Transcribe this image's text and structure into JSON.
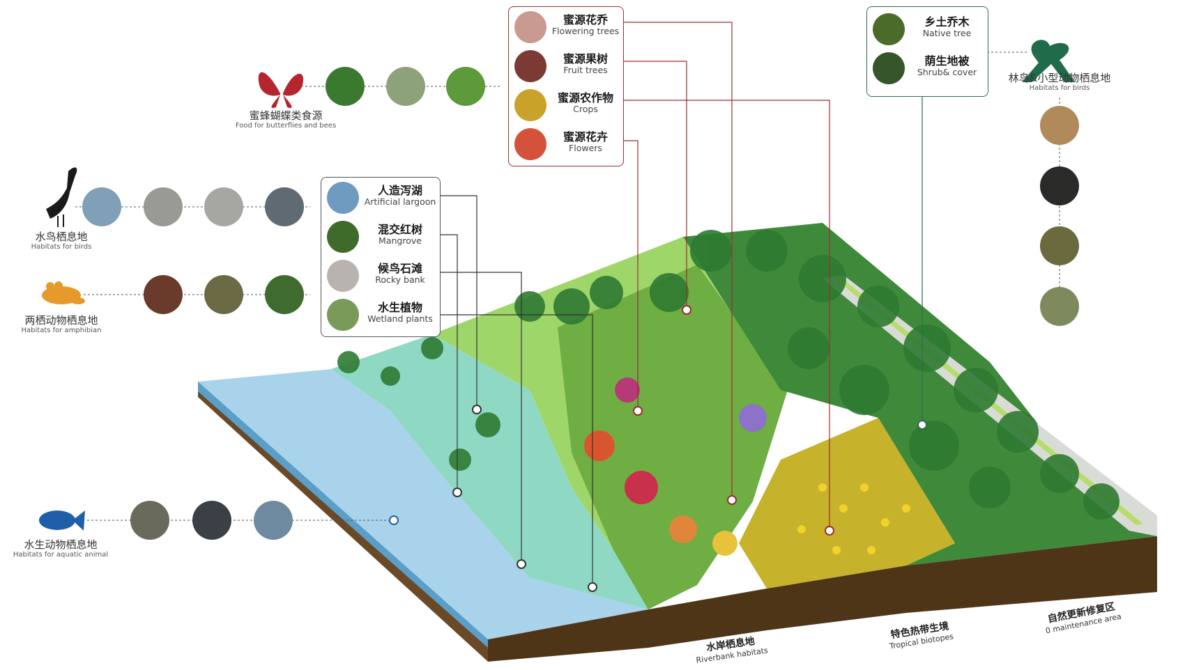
{
  "groups": {
    "butterflies": {
      "cn": "蜜蜂蝴蝶类食源",
      "en": "Food for butterflies and bees"
    },
    "waterbirds": {
      "cn": "水鸟栖息地",
      "en": "Habitats for birds"
    },
    "amphibian": {
      "cn": "两栖动物栖息地",
      "en": "Habitats for amphibian"
    },
    "aquatic": {
      "cn": "水生动物栖息地",
      "en": "Habitats for aquatic animal"
    },
    "forest_birds": {
      "cn": "林鸟&小型动物栖息地",
      "en": "Habitats for birds"
    }
  },
  "boxes": {
    "nectar": [
      {
        "cn": "蜜源花乔",
        "en": "Flowering trees"
      },
      {
        "cn": "蜜源果树",
        "en": "Fruit trees"
      },
      {
        "cn": "蜜源农作物",
        "en": "Crops"
      },
      {
        "cn": "蜜源花卉",
        "en": "Flowers"
      }
    ],
    "native": [
      {
        "cn": "乡土乔木",
        "en": "Native tree"
      },
      {
        "cn": "荫生地被",
        "en": "Shrub& cover"
      }
    ],
    "water": [
      {
        "cn": "人造泻湖",
        "en": "Artificial largoon"
      },
      {
        "cn": "混交红树",
        "en": "Mangrove"
      },
      {
        "cn": "候鸟石滩",
        "en": "Rocky bank"
      },
      {
        "cn": "水生植物",
        "en": "Wetland plants"
      }
    ]
  },
  "zones": [
    {
      "cn": "水岸栖息地",
      "en": "Riverbank habitats"
    },
    {
      "cn": "特色热带生境",
      "en": "Tropical biotopes"
    },
    {
      "cn": "自然更新修复区",
      "en": "0 maintenance area"
    }
  ],
  "colors": {
    "accent_red": "#9e2a35",
    "accent_green": "#2f6b4f",
    "icon_orange": "#e79a2c",
    "icon_blue": "#1f5fa8",
    "water": "#a9d3ea",
    "lawn": "#9fd66a",
    "soil": "#4e3518"
  },
  "icons": {
    "butterflies": "butterfly-icon",
    "waterbirds": "heron-icon",
    "amphibian": "frog-icon",
    "aquatic": "fish-icon",
    "forest_birds": "songbird-icon"
  }
}
